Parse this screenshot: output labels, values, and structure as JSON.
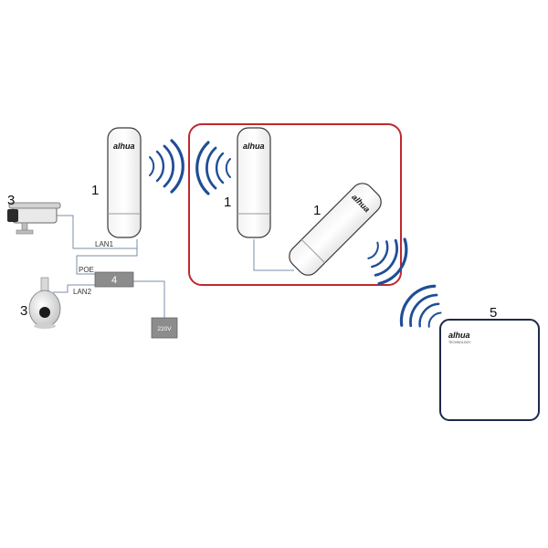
{
  "labels": {
    "cpe_left": "1",
    "cpe_right_a": "1",
    "cpe_right_b": "1",
    "camera_top": "3",
    "camera_bottom": "3",
    "switch_number": "4",
    "receiver": "5",
    "lan1": "LAN1",
    "lan2": "LAN2",
    "poe": "POE",
    "power": "220V"
  },
  "brand": {
    "logo_text": "alhua",
    "receiver_logo_text": "alhua",
    "receiver_logo_sub": "TECHNOLOGY"
  },
  "colors": {
    "highlight_border": "#c0282d",
    "wave": "#1f4e96",
    "receiver_border": "#1e2a4a",
    "switch_fill": "#8c8c8c",
    "power_fill": "#8c8c8c",
    "wire": "#7a8fa8"
  }
}
